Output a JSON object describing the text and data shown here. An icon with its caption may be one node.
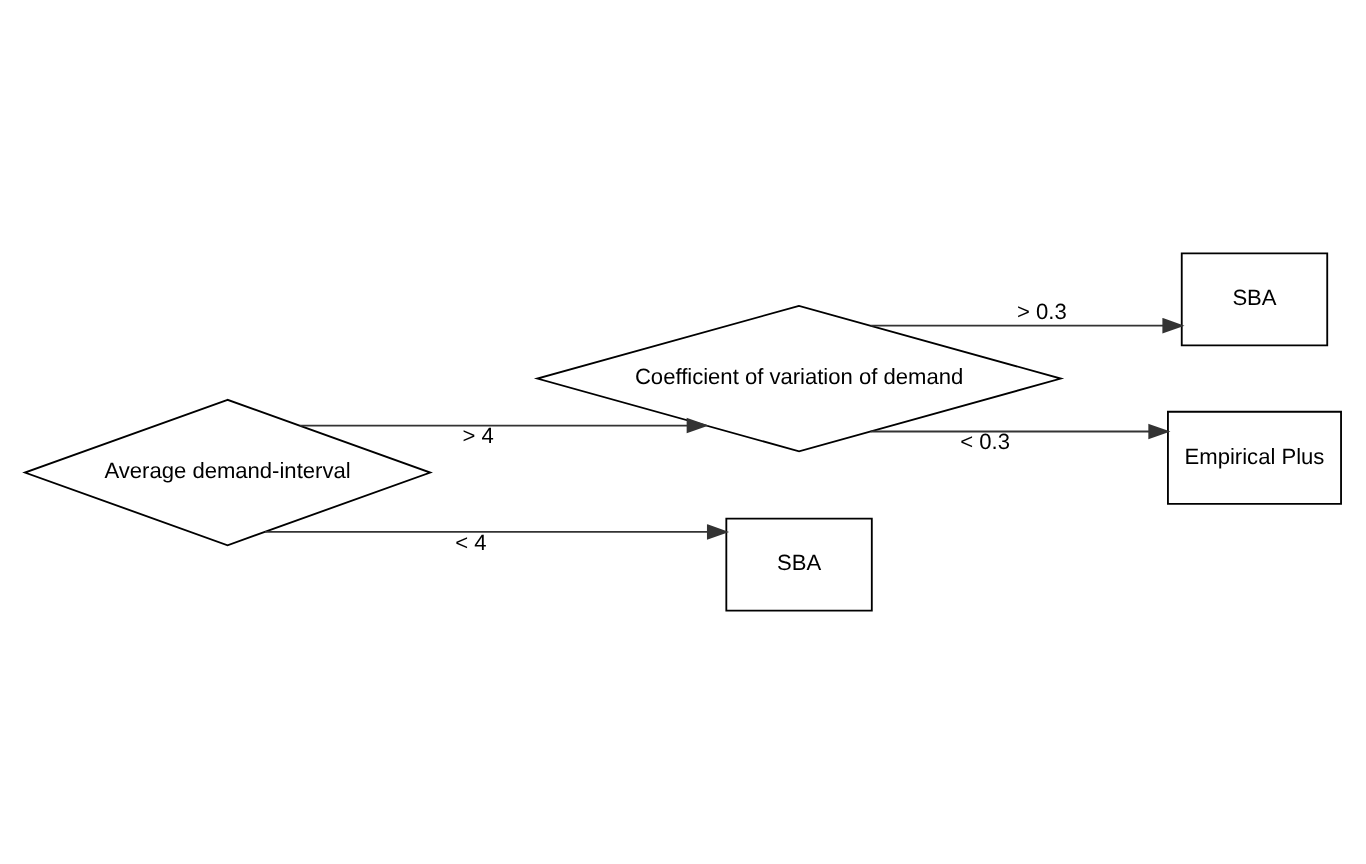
{
  "diagram": {
    "nodes": [
      {
        "text": [
          "Average demand-interval"
        ]
      },
      {
        "text": [
          "Coefficient of variation of demand"
        ]
      },
      {
        "text": [
          "SBA"
        ]
      },
      {
        "text": [
          "Empirical Plus"
        ]
      },
      {
        "text": [
          "SBA"
        ]
      }
    ],
    "edges": [
      {
        "from": 0,
        "to": 1,
        "arrow": "to",
        "label": "> 4"
      },
      {
        "from": 1,
        "to": 2,
        "arrow": "to",
        "label": "> 0.3"
      },
      {
        "from": 1,
        "to": 3,
        "arrow": "to",
        "label": "< 0.3"
      },
      {
        "from": 0,
        "to": 4,
        "arrow": "to",
        "label": "< 4"
      }
    ]
  }
}
